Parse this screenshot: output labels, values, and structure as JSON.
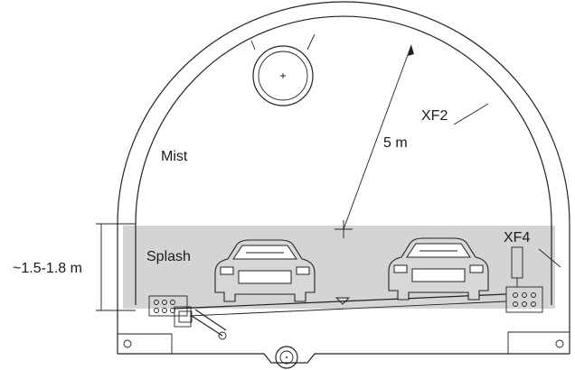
{
  "labels": {
    "mist": "Mist",
    "splash": "Splash",
    "radius": "5 m",
    "xf2": "XF2",
    "xf4": "XF4",
    "splash_height": "~1.5-1.8 m"
  },
  "colors": {
    "splash_zone": "#d4d4d4",
    "line": "#222222",
    "background": "#ffffff"
  }
}
